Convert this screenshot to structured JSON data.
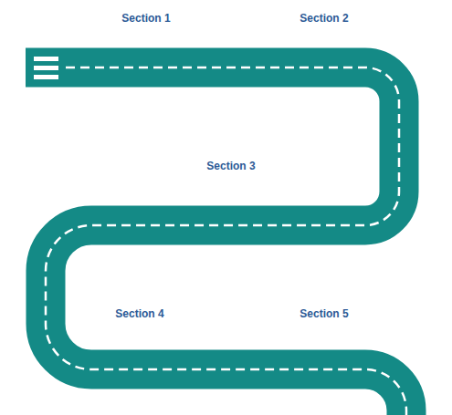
{
  "diagram": {
    "labels": [
      "Section 1",
      "Section 2",
      "Section 3",
      "Section 4",
      "Section 5"
    ]
  }
}
